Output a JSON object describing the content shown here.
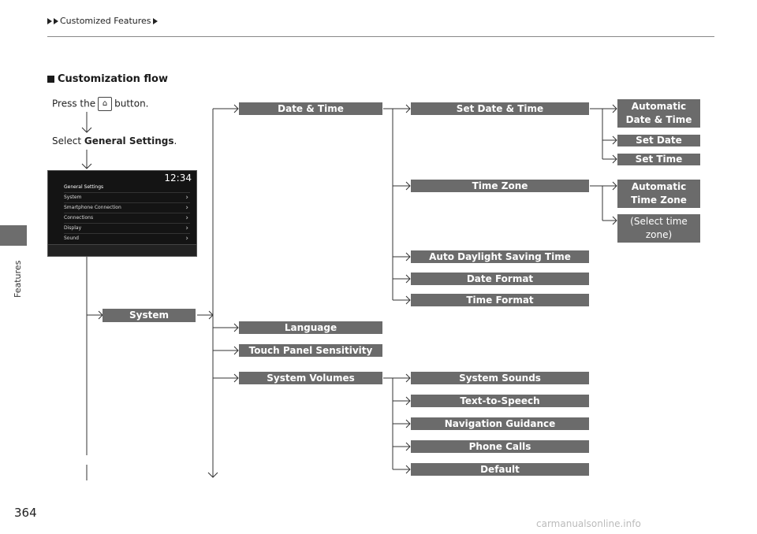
{
  "breadcrumb": {
    "section": "Customized Features"
  },
  "section_tab": "Features",
  "heading": "Customization flow",
  "instructions": {
    "press_before": "Press the",
    "press_after": "button.",
    "home_icon_label": "HOME",
    "select_prefix": "Select",
    "select_target": "General Settings",
    "select_suffix": "."
  },
  "screen": {
    "clock": "12:34",
    "header": "General Settings",
    "items": [
      "System",
      "Smartphone Connection",
      "Connections",
      "Display",
      "Sound"
    ]
  },
  "flow": {
    "root": "System",
    "level1": [
      "Date & Time",
      "Language",
      "Touch Panel Sensitivity",
      "System Volumes"
    ],
    "date_time": [
      "Set Date & Time",
      "Time Zone",
      "Auto Daylight Saving Time",
      "Date Format",
      "Time Format"
    ],
    "set_date_time": [
      "Automatic\nDate & Time",
      "Set Date",
      "Set Time"
    ],
    "time_zone": [
      "Automatic\nTime Zone",
      "(Select time\nzone)"
    ],
    "system_volumes": [
      "System Sounds",
      "Text-to-Speech",
      "Navigation Guidance",
      "Phone Calls",
      "Default"
    ]
  },
  "page_number": "364",
  "footer": "carmanualsonline.info"
}
